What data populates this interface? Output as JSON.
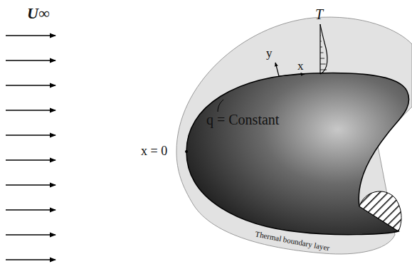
{
  "diagram": {
    "labels": [
      "U∞",
      "T",
      "y",
      "x",
      "q = Constant",
      "x = 0",
      "Thermal boundary layer"
    ]
  }
}
